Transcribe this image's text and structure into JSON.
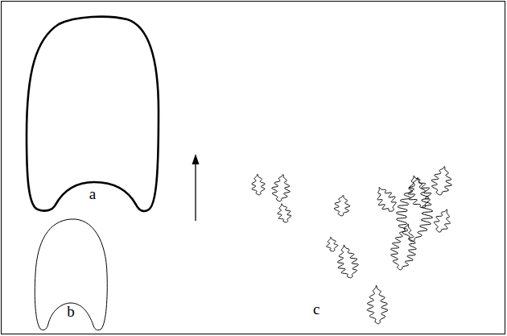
{
  "diagram": {
    "nodes": [
      {
        "text": [
          "a"
        ]
      },
      {
        "text": [
          "b"
        ]
      }
    ],
    "labels": [
      "c"
    ]
  }
}
